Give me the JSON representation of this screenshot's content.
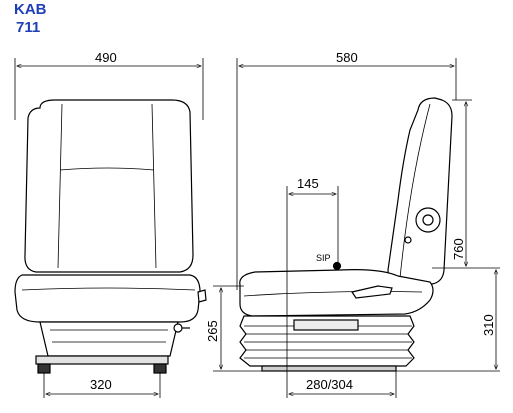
{
  "model": {
    "brand": "KAB",
    "number": "711"
  },
  "dimensions": {
    "front_width": "490",
    "side_depth": "580",
    "armrest_offset": "145",
    "back_height": "760",
    "seat_height": "265",
    "suspension_height": "310",
    "base_width": "320",
    "fore_aft": "280/304"
  },
  "labels": {
    "sip": "SIP"
  },
  "colors": {
    "title": "#1f3fb6",
    "line": "#000000",
    "seat_fill": "#ffffff",
    "shadow": "#c8c8c8"
  }
}
